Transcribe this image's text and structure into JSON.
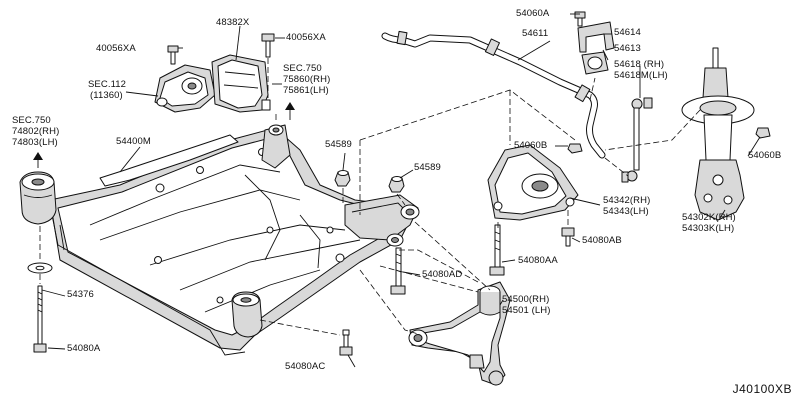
{
  "labels": {
    "p48382x": "48382X",
    "p40056xa_r": "40056XA",
    "p40056xa_l": "40056XA",
    "sec112": "SEC.112",
    "sec112_ref": "(11360)",
    "sec750_top": "SEC.750",
    "p75860": "75860(RH)",
    "p75861": "75861(LH)",
    "sec750_left": "SEC.750",
    "p74802": "74802(RH)",
    "p74803": "74803(LH)",
    "p54400m": "54400M",
    "p54589_a": "54589",
    "p54589_b": "54589",
    "p54060a": "54060A",
    "p54614": "54614",
    "p54611": "54611",
    "p54613": "54613",
    "p54618": "54618 (RH)",
    "p54618m": "54618M(LH)",
    "p54060b_l": "54060B",
    "p54060b_r": "54060B",
    "p54342": "54342(RH)",
    "p54343": "54343(LH)",
    "p54080ab": "54080AB",
    "p54080aa": "54080AA",
    "p54080ad": "54080AD",
    "p54376": "54376",
    "p54500": "54500(RH)",
    "p54501": "54501 (LH)",
    "p54080a": "54080A",
    "p54080ac": "54080AC",
    "p54302k": "54302K(RH)",
    "p54303k": "54303K(LH)"
  },
  "diagram_code": "J40100XB"
}
